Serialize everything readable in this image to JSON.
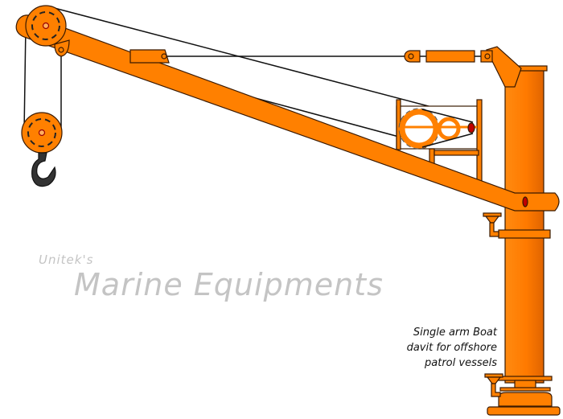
{
  "brand": {
    "prefix": "Unitek's",
    "title": "Marine Equipments"
  },
  "caption": {
    "lines": [
      "Single arm Boat",
      "davit for offshore",
      "patrol vessels"
    ]
  },
  "colors": {
    "orange": "#ff8000",
    "dark_orange": "#c85a00",
    "outline": "#3a1a00",
    "hook": "#333333",
    "text_gray": "#c4c4c4"
  }
}
